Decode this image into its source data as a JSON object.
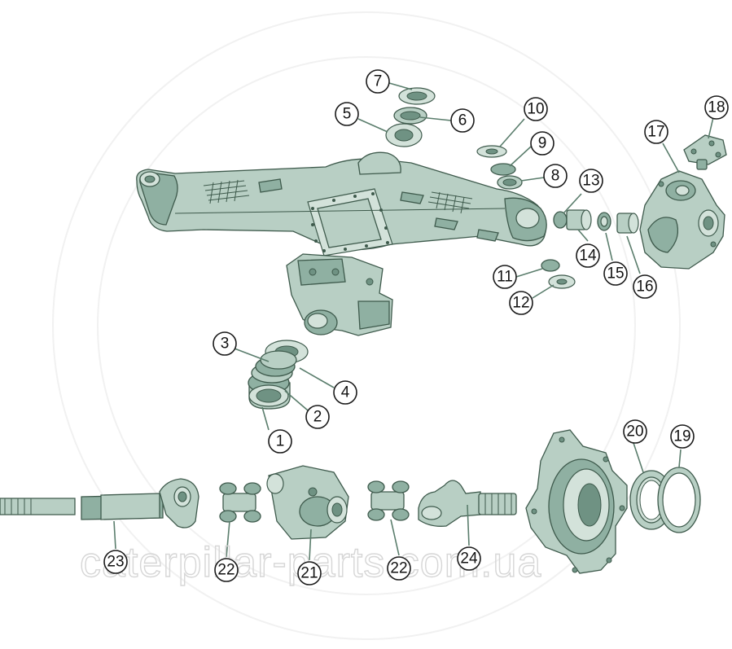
{
  "watermark": "caterpillar-parts.com.ua",
  "colors": {
    "part_fill": "#b8cfc4",
    "part_stroke": "#3e5a4c",
    "leader": "#5a7d6c"
  },
  "callouts": [
    {
      "id": "c1",
      "label": "1"
    },
    {
      "id": "c2",
      "label": "2"
    },
    {
      "id": "c3",
      "label": "3"
    },
    {
      "id": "c4",
      "label": "4"
    },
    {
      "id": "c5",
      "label": "5"
    },
    {
      "id": "c6",
      "label": "6"
    },
    {
      "id": "c7",
      "label": "7"
    },
    {
      "id": "c8",
      "label": "8"
    },
    {
      "id": "c9",
      "label": "9"
    },
    {
      "id": "c10",
      "label": "10"
    },
    {
      "id": "c11",
      "label": "11"
    },
    {
      "id": "c12",
      "label": "12"
    },
    {
      "id": "c13",
      "label": "13"
    },
    {
      "id": "c14",
      "label": "14"
    },
    {
      "id": "c15",
      "label": "15"
    },
    {
      "id": "c16",
      "label": "16"
    },
    {
      "id": "c17",
      "label": "17"
    },
    {
      "id": "c18",
      "label": "18"
    },
    {
      "id": "c19",
      "label": "19"
    },
    {
      "id": "c20",
      "label": "20"
    },
    {
      "id": "c21",
      "label": "21"
    },
    {
      "id": "c22a",
      "label": "22"
    },
    {
      "id": "c22b",
      "label": "22"
    },
    {
      "id": "c23",
      "label": "23"
    },
    {
      "id": "c24",
      "label": "24"
    }
  ]
}
